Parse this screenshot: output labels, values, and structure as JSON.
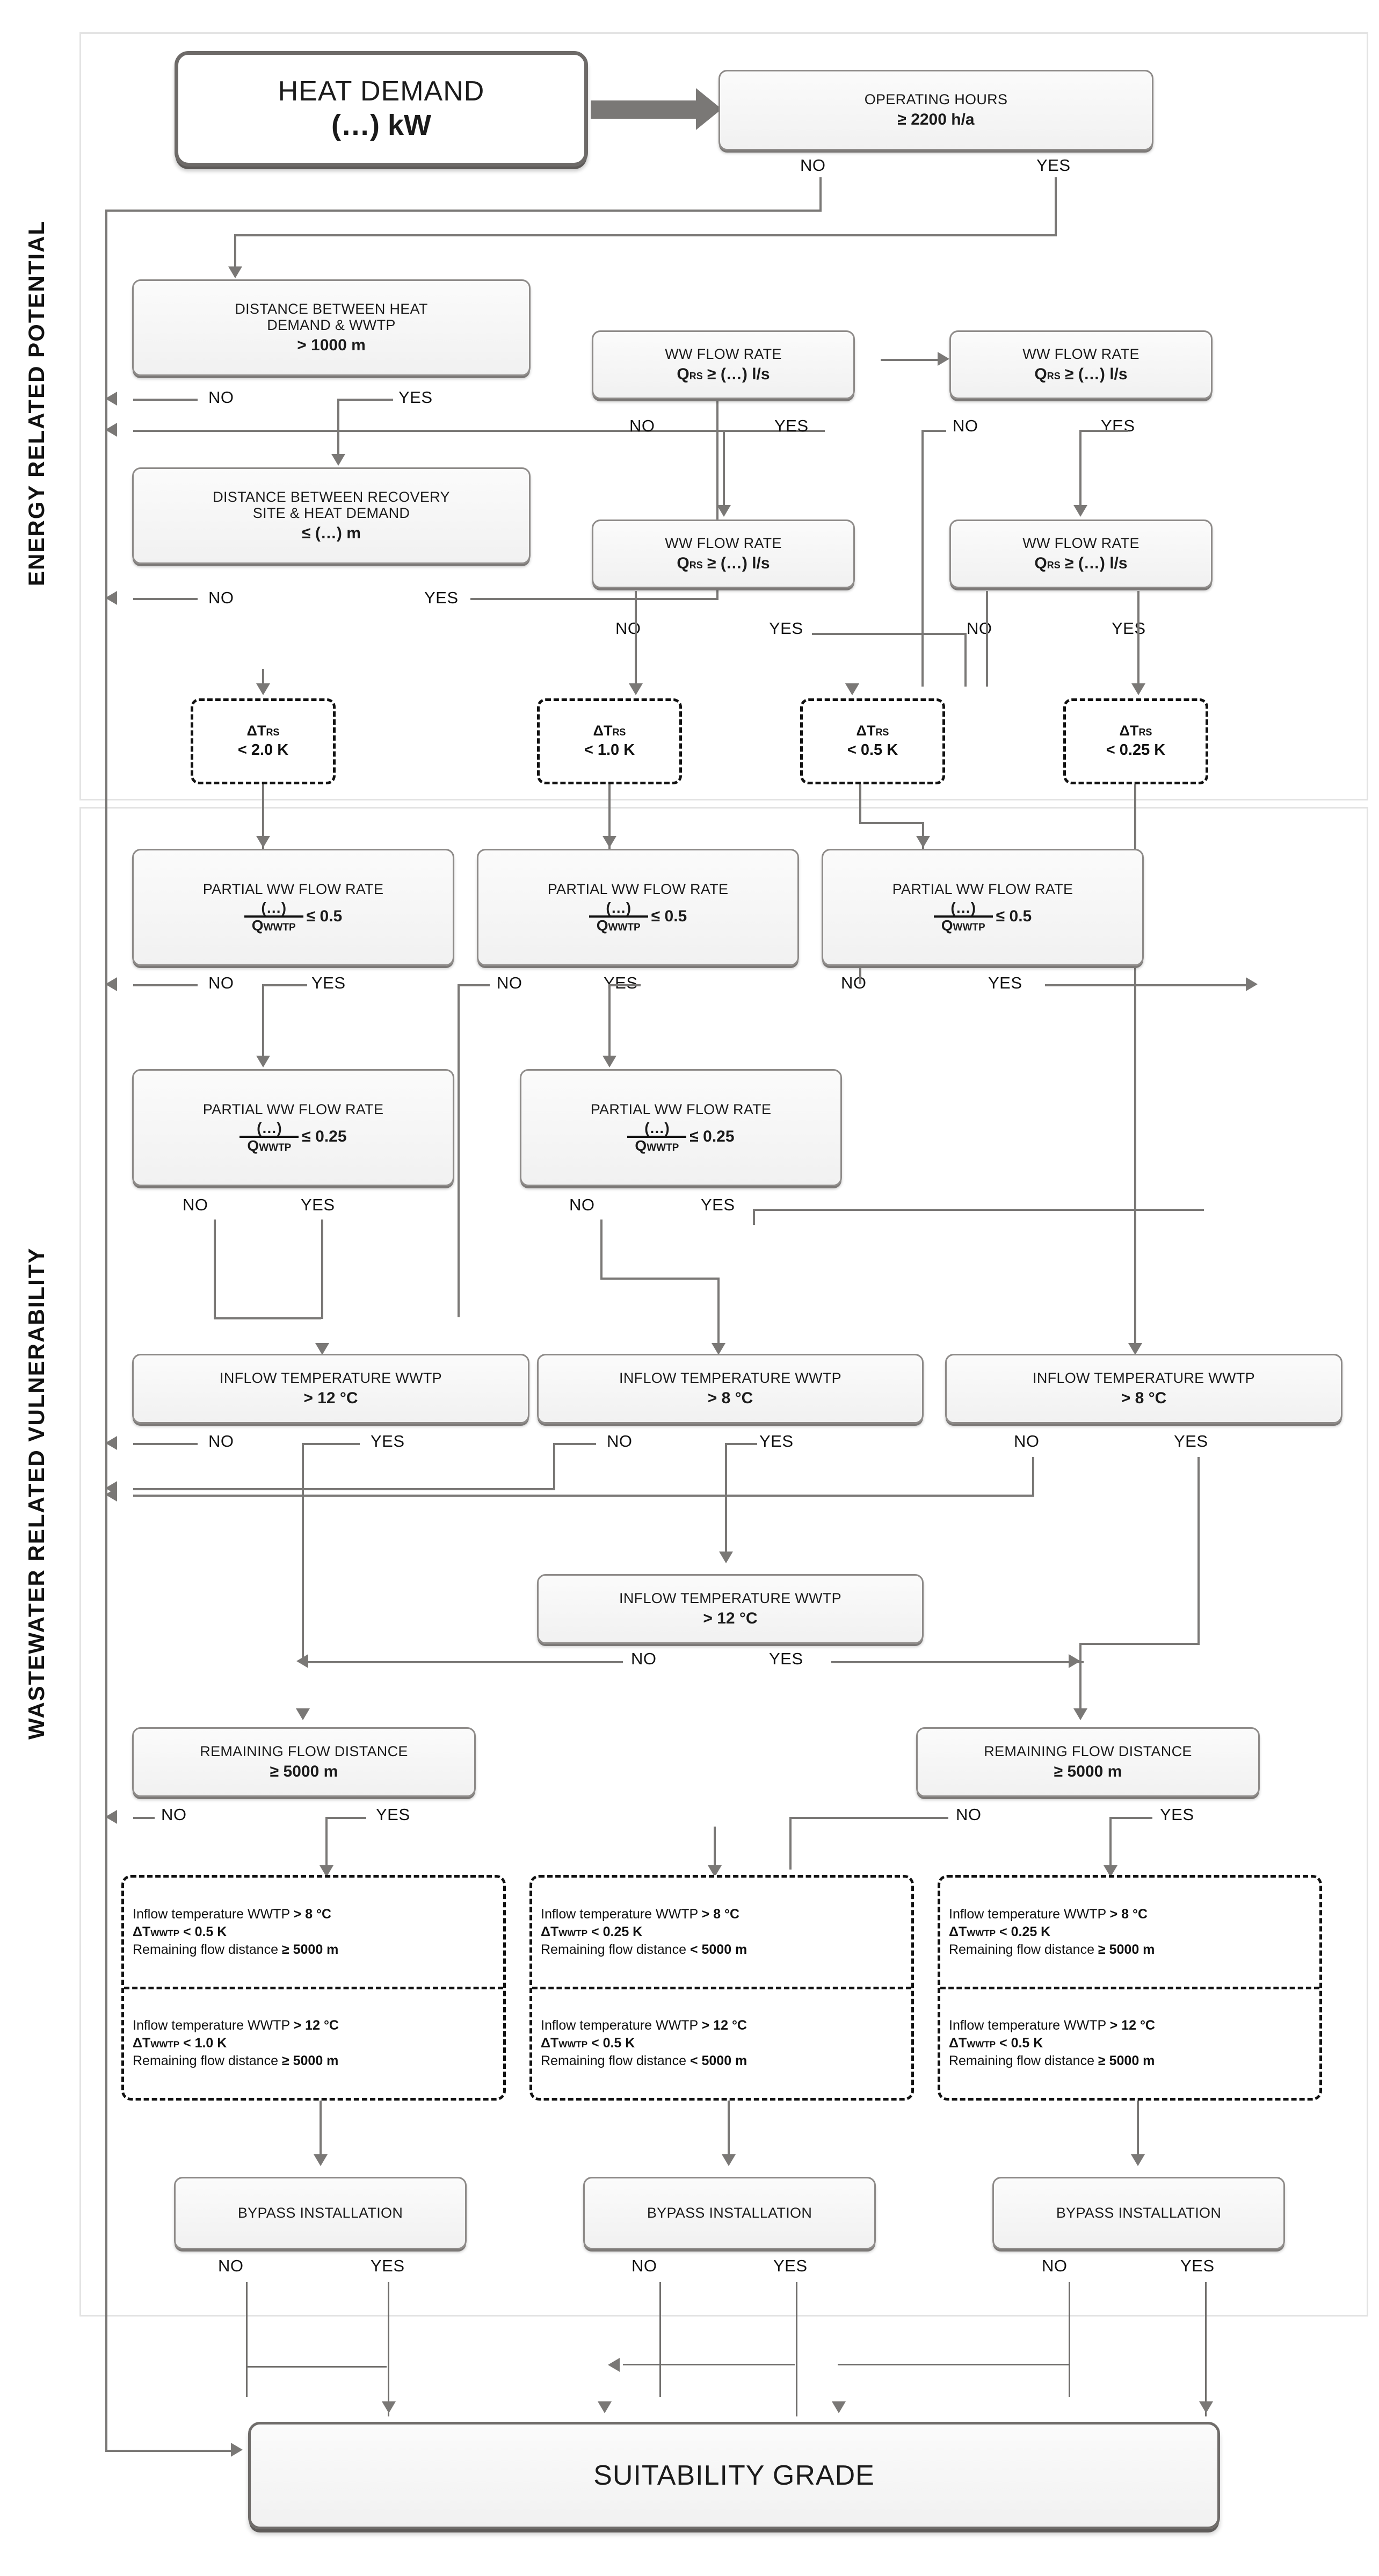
{
  "sections": [
    {
      "id": "energy",
      "label": "ENERGY RELATED POTENTIAL"
    },
    {
      "id": "wastewater",
      "label": "WASTEWATER RELATED VULNERABILITY"
    }
  ],
  "labels": {
    "yes": "YES",
    "no": "NO"
  },
  "nodes": {
    "heat_demand": {
      "line1": "HEAT DEMAND",
      "line2": "(…) kW"
    },
    "operating_hours": {
      "line1": "OPERATING HOURS",
      "line2": "≥ 2200 h/a"
    },
    "dist_hd_wwtp": {
      "line1": "DISTANCE BETWEEN HEAT",
      "line1b": "DEMAND & WWTP",
      "line2": "> 1000 m"
    },
    "dist_rs_hd": {
      "line1": "DISTANCE BETWEEN RECOVERY",
      "line1b": "SITE & HEAT DEMAND",
      "line2": "≤ (…) m"
    },
    "ww_flow_a": {
      "line1": "WW FLOW RATE",
      "sym": "Q",
      "sub": "RS",
      "rel": "≥ (…) l/s"
    },
    "ww_flow_b": {
      "line1": "WW FLOW RATE",
      "sym": "Q",
      "sub": "RS",
      "rel": "≥ (…) l/s"
    },
    "ww_flow_c": {
      "line1": "WW FLOW RATE",
      "sym": "Q",
      "sub": "RS",
      "rel": "≥ (…) l/s"
    },
    "ww_flow_d": {
      "line1": "WW FLOW RATE",
      "sym": "Q",
      "sub": "RS",
      "rel": "≥ (…) l/s"
    },
    "dt_rs_1": {
      "sym": "ΔT",
      "sub": "RS",
      "value": "< 2.0 K"
    },
    "dt_rs_2": {
      "sym": "ΔT",
      "sub": "RS",
      "value": "< 1.0 K"
    },
    "dt_rs_3": {
      "sym": "ΔT",
      "sub": "RS",
      "value": "< 0.5 K"
    },
    "dt_rs_4": {
      "sym": "ΔT",
      "sub": "RS",
      "value": "< 0.25 K"
    },
    "partial_05_a": {
      "line1": "PARTIAL  WW FLOW RATE",
      "num": "(…)",
      "den": "Q",
      "den_sub": "WWTP",
      "rel": "≤ 0.5"
    },
    "partial_05_b": {
      "line1": "PARTIAL  WW FLOW RATE",
      "num": "(…)",
      "den": "Q",
      "den_sub": "WWTP",
      "rel": "≤ 0.5"
    },
    "partial_05_c": {
      "line1": "PARTIAL  WW FLOW RATE",
      "num": "(…)",
      "den": "Q",
      "den_sub": "WWTP",
      "rel": "≤ 0.5"
    },
    "partial_025_a": {
      "line1": "PARTIAL  WW FLOW RATE",
      "num": "(…)",
      "den": "Q",
      "den_sub": "WWTP",
      "rel": "≤ 0.25"
    },
    "partial_025_b": {
      "line1": "PARTIAL  WW FLOW RATE",
      "num": "(…)",
      "den": "Q",
      "den_sub": "WWTP",
      "rel": "≤ 0.25"
    },
    "inflow_12_a": {
      "line1": "INFLOW TEMPERATURE WWTP",
      "line2": "> 12 °C"
    },
    "inflow_8_b": {
      "line1": "INFLOW TEMPERATURE WWTP",
      "line2": "> 8 °C"
    },
    "inflow_8_c": {
      "line1": "INFLOW TEMPERATURE WWTP",
      "line2": "> 8 °C"
    },
    "inflow_12_mid": {
      "line1": "INFLOW TEMPERATURE WWTP",
      "line2": "> 12 °C"
    },
    "remaining_left": {
      "line1": "REMAINING  FLOW DISTANCE",
      "line2": "≥ 5000 m"
    },
    "remaining_right": {
      "line1": "REMAINING  FLOW DISTANCE",
      "line2": "≥ 5000 m"
    },
    "bypass_1": {
      "line1": "BYPASS INSTALLATION"
    },
    "bypass_2": {
      "line1": "BYPASS INSTALLATION"
    },
    "bypass_3": {
      "line1": "BYPASS INSTALLATION"
    },
    "suitability": {
      "line1": "SUITABILITY GRADE"
    }
  },
  "criteria": {
    "left": {
      "top": {
        "l1_pre": "Inflow temperature WWTP",
        "l1_val": "> 8 °C",
        "l2_sym": "ΔT",
        "l2_sub": "WWTP",
        "l2_val": "< 0.5 K",
        "l3_pre": "Remaining flow distance",
        "l3_val": "≥ 5000 m"
      },
      "bottom": {
        "l1_pre": "Inflow temperature WWTP",
        "l1_val": "> 12 °C",
        "l2_sym": "ΔT",
        "l2_sub": "WWTP",
        "l2_val": "< 1.0 K",
        "l3_pre": "Remaining flow distance",
        "l3_val": "≥ 5000 m"
      }
    },
    "middle": {
      "top": {
        "l1_pre": "Inflow temperature WWTP",
        "l1_val": "> 8 °C",
        "l2_sym": "ΔT",
        "l2_sub": "WWTP",
        "l2_val": "< 0.25 K",
        "l3_pre": "Remaining flow distance",
        "l3_val": "< 5000 m"
      },
      "bottom": {
        "l1_pre": "Inflow temperature WWTP",
        "l1_val": "> 12 °C",
        "l2_sym": "ΔT",
        "l2_sub": "WWTP",
        "l2_val": "< 0.5 K",
        "l3_pre": "Remaining flow distance",
        "l3_val": "< 5000 m"
      }
    },
    "right": {
      "top": {
        "l1_pre": "Inflow temperature WWTP",
        "l1_val": "> 8 °C",
        "l2_sym": "ΔT",
        "l2_sub": "WWTP",
        "l2_val": "< 0.25 K",
        "l3_pre": "Remaining flow distance",
        "l3_val": "≥ 5000 m"
      },
      "bottom": {
        "l1_pre": "Inflow temperature WWTP",
        "l1_val": "> 12 °C",
        "l2_sym": "ΔT",
        "l2_sub": "WWTP",
        "l2_val": "< 0.5 K",
        "l3_pre": "Remaining flow distance",
        "l3_val": "≥ 5000 m"
      }
    }
  },
  "colors": {
    "node_border": "#8e8b89",
    "connector": "#7a7876",
    "frame": "#e3e3e3",
    "node_fill": "#f4f4f4",
    "text": "#111111"
  }
}
